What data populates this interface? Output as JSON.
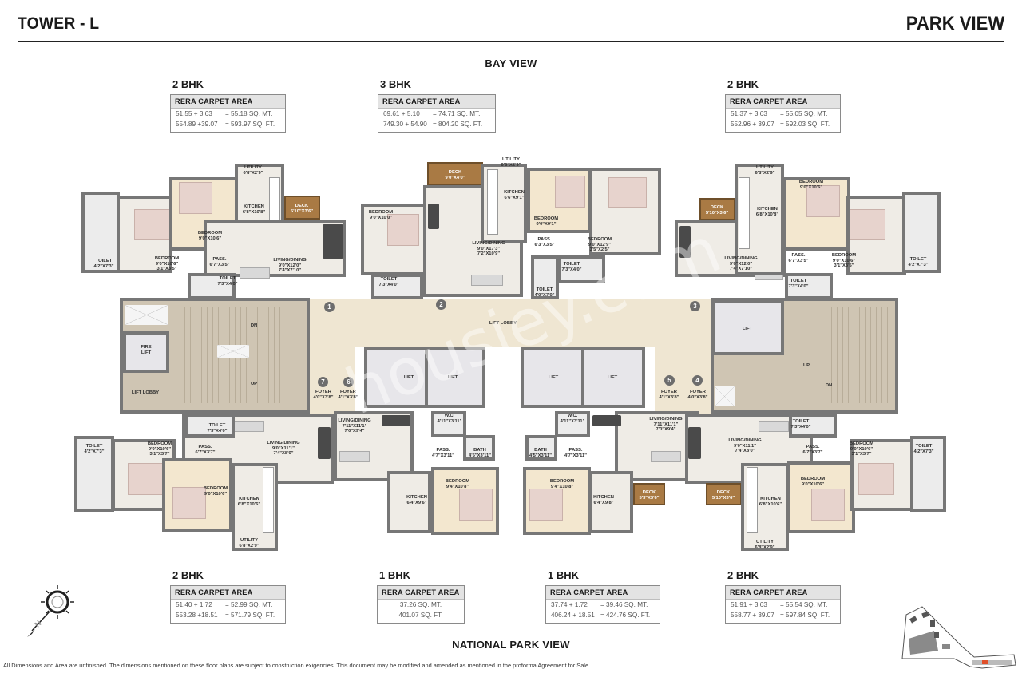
{
  "header": {
    "tower": "TOWER - L",
    "project_view": "PARK VIEW"
  },
  "orientation": {
    "top_view": "BAY VIEW",
    "bottom_view": "NATIONAL PARK VIEW"
  },
  "area_label": "RERA CARPET AREA",
  "units_top": [
    {
      "type": "2 BHK",
      "sqmt_calc": "51.55 + 3.63",
      "sqmt_total": "= 55.18 SQ. MT.",
      "sqft_calc": "554.89 +39.07",
      "sqft_total": "= 593.97 SQ. FT."
    },
    {
      "type": "3 BHK",
      "sqmt_calc": "69.61 + 5.10",
      "sqmt_total": "= 74.71 SQ. MT.",
      "sqft_calc": "749.30 + 54.90",
      "sqft_total": "= 804.20 SQ. FT."
    },
    {
      "type": "2 BHK",
      "sqmt_calc": "51.37 + 3.63",
      "sqmt_total": "= 55.05 SQ. MT.",
      "sqft_calc": "552.96 + 39.07",
      "sqft_total": "= 592.03 SQ. FT."
    }
  ],
  "units_bottom": [
    {
      "type": "2 BHK",
      "sqmt_calc": "51.40 + 1.72",
      "sqmt_total": "= 52.99 SQ. MT.",
      "sqft_calc": "553.28 +18.51",
      "sqft_total": "= 571.79 SQ. FT."
    },
    {
      "type": "1 BHK",
      "sqmt_line": "37.26  SQ. MT.",
      "sqft_line": "401.07  SQ. FT."
    },
    {
      "type": "1 BHK",
      "sqmt_calc": "37.74 + 1.72",
      "sqmt_total": "= 39.46  SQ. MT.",
      "sqft_calc": "406.24 + 18.51",
      "sqft_total": "= 424.76  SQ. FT."
    },
    {
      "type": "2 BHK",
      "sqmt_calc": "51.91 + 3.63",
      "sqmt_total": "= 55.54 SQ. MT.",
      "sqft_calc": "558.77 + 39.07",
      "sqft_total": "= 597.84 SQ. FT."
    }
  ],
  "rooms": {
    "u1": {
      "utility": [
        "UTILITY",
        "6'8\"X2'9\""
      ],
      "kitchen": [
        "KITCHEN",
        "6'8\"X10'8\""
      ],
      "deck": [
        "DECK",
        "5'10\"X3'6\""
      ],
      "bed1": [
        "BEDROOM",
        "9'0\"X10'6\""
      ],
      "bed2": [
        "BEDROOM",
        "9'0\"X10'6\"",
        "3'1\"X3'5\""
      ],
      "toilet1": [
        "TOILET",
        "4'2\"X7'3\""
      ],
      "toilet2": [
        "TOILET",
        "7'3\"X4'0\""
      ],
      "pass": [
        "PASS.",
        "6'7\"X3'5\""
      ],
      "living": [
        "LIVING/DINING",
        "9'0\"X12'0\"",
        "7'4\"X7'10\""
      ]
    },
    "u2": {
      "utility": [
        "UTILITY",
        "6'6\"X2'9\""
      ],
      "kitchen": [
        "KITCHEN",
        "6'6\"X9'1\""
      ],
      "deck": [
        "DECK",
        "9'0\"X4'0\""
      ],
      "bed1": [
        "BEDROOM",
        "9'0\"X10'0\""
      ],
      "bed2": [
        "BEDROOM",
        "9'0\"X9'1\""
      ],
      "bed3": [
        "BEDROOM",
        "9'0\"X12'9\"",
        "3'5\"X2'5\""
      ],
      "living": [
        "LIVING/DINING",
        "9'0\"X17'3\"",
        "7'2\"X10'9\""
      ],
      "pass": [
        "PASS.",
        "6'3\"X3'5\""
      ],
      "toilet1": [
        "TOILET",
        "7'3\"X4'0\""
      ],
      "toilet2": [
        "TOILET",
        "7'3\"X4'0\""
      ],
      "toilet3": [
        "TOILET",
        "4'0\"X7'0\""
      ]
    },
    "u3": {
      "utility": [
        "UTILITY",
        "6'8\"X2'9\""
      ],
      "kitchen": [
        "KITCHEN",
        "6'8\"X10'8\""
      ],
      "deck": [
        "DECK",
        "5'10\"X3'6\""
      ],
      "bed1": [
        "BEDROOM",
        "9'0\"X10'6\""
      ],
      "bed2": [
        "BEDROOM",
        "9'0\"X10'6\"",
        "3'1\"X3'5\""
      ],
      "toilet1": [
        "TOILET",
        "4'2\"X7'3\""
      ],
      "toilet2": [
        "TOILET",
        "7'3\"X4'0\""
      ],
      "pass": [
        "PASS.",
        "6'7\"X3'5\""
      ],
      "living": [
        "LIVING/DINING",
        "9'0\"X12'0\"",
        "7'4\"X7'10\""
      ]
    },
    "u4": {
      "toilet1": [
        "TOILET",
        "4'2\"X7'3\""
      ],
      "toilet2": [
        "TOILET",
        "7'3\"X4'0\""
      ],
      "bed1": [
        "BEDROOM",
        "9'0\"X10'6\"",
        "3'1\"X3'7\""
      ],
      "bed2": [
        "BEDROOM",
        "9'0\"X10'6\""
      ],
      "pass": [
        "PASS.",
        "6'7\"X3'7\""
      ],
      "living": [
        "LIVING/DINING",
        "9'0\"X11'1\"",
        "7'4\"X8'0\""
      ],
      "kitchen": [
        "KITCHEN",
        "6'8\"X10'6\""
      ],
      "utility": [
        "UTILITY",
        "6'8\"X2'9\""
      ]
    },
    "u5": {
      "living": [
        "LIVING/DINING",
        "7'11\"X11'1\"",
        "7'0\"X9'4\""
      ],
      "wc": [
        "W.C.",
        "4'11\"X3'11\""
      ],
      "pass": [
        "PASS.",
        "4'7\"X3'11\""
      ],
      "bath": [
        "BATH",
        "4'5\"X3'11\""
      ],
      "bed": [
        "BEDROOM",
        "9'4\"X10'8\""
      ],
      "kitchen": [
        "KITCHEN",
        "6'4\"X9'6\""
      ]
    },
    "u6": {
      "living": [
        "LIVING/DINING",
        "7'11\"X11'1\"",
        "7'0\"X9'4\""
      ],
      "wc": [
        "W.C.",
        "4'11\"X3'11\""
      ],
      "pass": [
        "PASS.",
        "4'7\"X3'11\""
      ],
      "bath": [
        "BATH",
        "4'5\"X3'11\""
      ],
      "bed": [
        "BEDROOM",
        "9'4\"X10'8\""
      ],
      "kitchen": [
        "KITCHEN",
        "6'4\"X9'8\""
      ],
      "deck": [
        "DECK",
        "5'3\"X3'6\""
      ]
    },
    "u7": {
      "living": [
        "LIVING/DINING",
        "9'0\"X11'1\"",
        "7'4\"X8'0\""
      ],
      "toilet1": [
        "TOILET",
        "7'3\"X4'0\""
      ],
      "toilet2": [
        "TOILET",
        "4'2\"X7'3\""
      ],
      "pass": [
        "PASS.",
        "6'7\"X3'7\""
      ],
      "bed1": [
        "BEDROOM",
        "9'0\"X10'6\"",
        "3'1\"X3'7\""
      ],
      "bed2": [
        "BEDROOM",
        "9'0\"X10'6\""
      ],
      "deck": [
        "DECK",
        "5'10\"X3'6\""
      ],
      "kitchen": [
        "KITCHEN",
        "6'8\"X10'6\""
      ],
      "utility": [
        "UTILITY",
        "6'8\"X2'9\""
      ]
    },
    "core": {
      "lift_lobby": "LIFT LOBBY",
      "lift": "LIFT",
      "fire_lift": [
        "FIRE",
        "LIFT"
      ],
      "fire_lobby": "LIFT LOBBY",
      "dn": "DN",
      "up": "UP",
      "foyer7": [
        "FOYER",
        "4'0\"X3'8\""
      ],
      "foyer6": [
        "FOYER",
        "4'1\"X3'8\""
      ],
      "foyer5": [
        "FOYER",
        "4'1\"X3'8\""
      ],
      "foyer4": [
        "FOYER",
        "4'0\"X3'8\""
      ]
    }
  },
  "unit_numbers": [
    "1",
    "2",
    "3",
    "4",
    "5",
    "6",
    "7"
  ],
  "watermark": "housiey.com",
  "disclaimer": "All Dimensions and Area are unfinished. The dimensions mentioned on these floor plans are subject to construction exigencies. This document may be modified and amended as mentioned in the proforma Agreement for Sale.",
  "colors": {
    "wall": "#777777",
    "lobby": "#efe6d2",
    "core": "#cfc5b3",
    "deck": "#a97a44",
    "keyplan_highlight": "#e0502a"
  }
}
